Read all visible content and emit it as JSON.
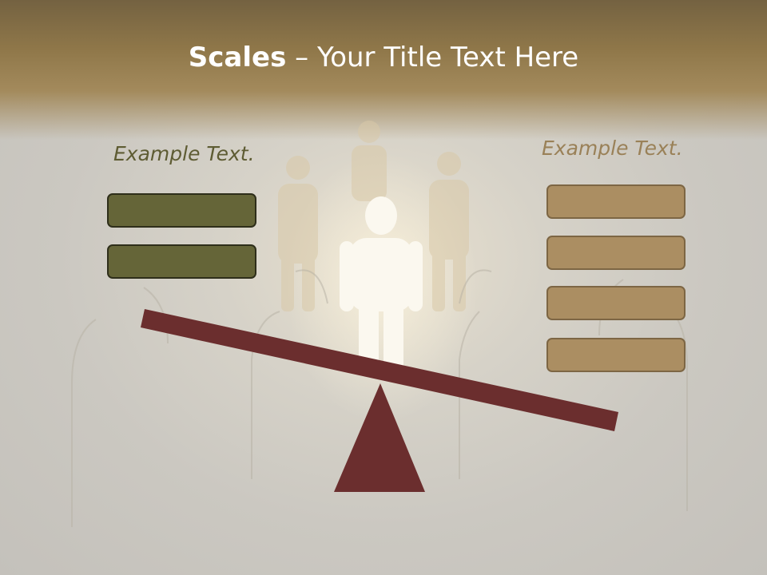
{
  "slide": {
    "title_bold": "Scales",
    "title_rest": " – Your Title Text Here",
    "left_label": "Example Text.",
    "right_label": "Example Text.",
    "left_boxes": 2,
    "right_boxes": 4
  },
  "colors": {
    "left_box_fill": "#656538",
    "right_box_fill": "#ab8e62",
    "beam": "#6b2e2e",
    "fulcrum": "#6b2e2e"
  }
}
